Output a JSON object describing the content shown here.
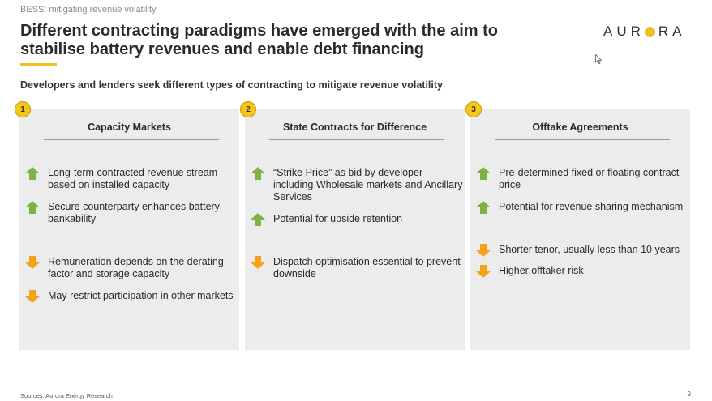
{
  "header": {
    "kicker": "BESS: mitigating revenue volatility",
    "title": "Different contracting paradigms have emerged with the aim to stabilise battery revenues and enable debt financing",
    "logo_left": "AUR",
    "logo_right": "RA",
    "accent_color": "#f2c01e"
  },
  "subtitle": "Developers and lenders seek different types of contracting to mitigate revenue volatility",
  "panels": [
    {
      "number": "1",
      "title": "Capacity Markets",
      "items": [
        {
          "direction": "up",
          "icon": "arrow-up-icon",
          "text": "Long-term contracted revenue stream based on installed capacity"
        },
        {
          "direction": "up",
          "icon": "arrow-up-icon",
          "text": "Secure counterparty enhances battery bankability"
        },
        {
          "direction": "down",
          "icon": "arrow-down-icon",
          "text": "Remuneration depends on the derating factor and storage capacity"
        },
        {
          "direction": "down",
          "icon": "arrow-down-icon",
          "text": "May restrict participation in other markets"
        }
      ]
    },
    {
      "number": "2",
      "title": "State Contracts for Difference",
      "items": [
        {
          "direction": "up",
          "icon": "arrow-up-icon",
          "text": "“Strike Price” as bid by developer including Wholesale markets and Ancillary Services"
        },
        {
          "direction": "up",
          "icon": "arrow-up-icon",
          "text": "Potential for upside retention"
        },
        {
          "direction": "down",
          "icon": "arrow-down-icon",
          "text": "Dispatch optimisation essential to prevent downside"
        }
      ]
    },
    {
      "number": "3",
      "title": "Offtake Agreements",
      "items": [
        {
          "direction": "up",
          "icon": "arrow-up-icon",
          "text": "Pre-determined fixed or floating contract price"
        },
        {
          "direction": "up",
          "icon": "arrow-up-icon",
          "text": "Potential for revenue sharing mechanism"
        },
        {
          "direction": "down",
          "icon": "arrow-down-icon",
          "text": "Shorter tenor, usually less than 10  years"
        },
        {
          "direction": "down",
          "icon": "arrow-down-icon",
          "text": "Higher offtaker risk"
        }
      ]
    }
  ],
  "colors": {
    "up_arrow": "#7cb342",
    "down_arrow": "#f5a21b",
    "panel_bg": "#ececec",
    "badge": "#f5c518"
  },
  "footer": {
    "sources": "Sources: Aurora Energy Research",
    "page_number": "9"
  }
}
